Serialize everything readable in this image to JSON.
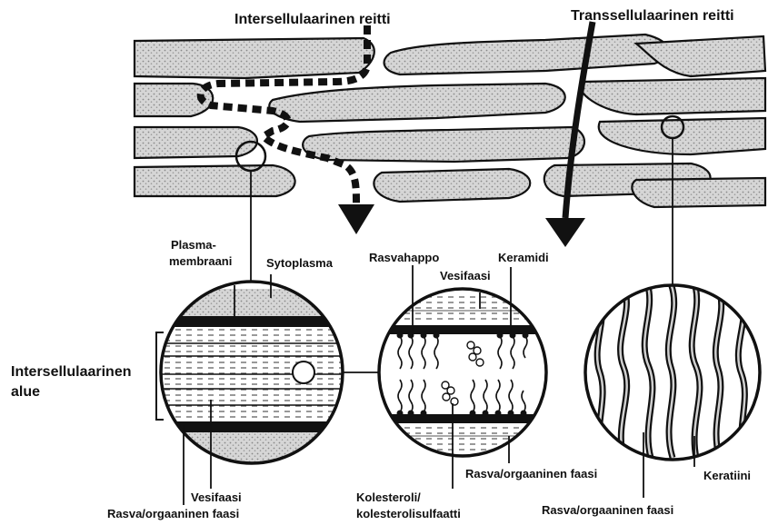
{
  "routes": {
    "intercellular": "Intersellulaarinen reitti",
    "transcellular": "Transsellulaarinen reitti"
  },
  "left_circle": {
    "plasma_membrane_line1": "Plasma-",
    "plasma_membrane_line2": "membraani",
    "cytoplasm": "Sytoplasma",
    "region_line1": "Intersellulaarinen",
    "region_line2": "alue",
    "aqueous_phase": "Vesifaasi",
    "lipid_phase": "Rasva/orgaaninen faasi"
  },
  "middle_circle": {
    "fatty_acid": "Rasvahappo",
    "aqueous_phase": "Vesifaasi",
    "ceramide": "Keramidi",
    "lipid_phase": "Rasva/orgaaninen faasi",
    "cholesterol_line1": "Kolesteroli/",
    "cholesterol_line2": "kolesterolisulfaatti"
  },
  "right_circle": {
    "lipid_phase": "Rasva/orgaaninen faasi",
    "keratin": "Keratiini"
  },
  "colors": {
    "ink": "#111111",
    "fill_gray": "#cfcfcf",
    "background": "#ffffff"
  }
}
